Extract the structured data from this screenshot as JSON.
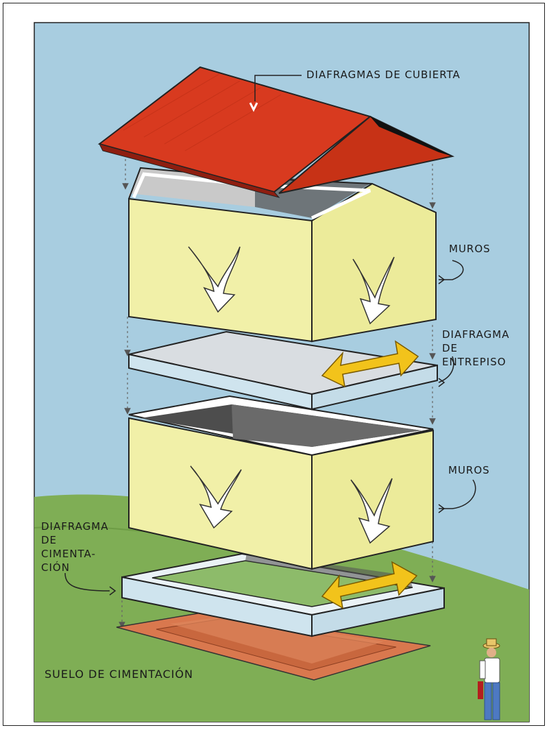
{
  "labels": {
    "roof": "DIAFRAGMAS DE CUBIERTA",
    "walls_upper": "MUROS",
    "floor": [
      "DIAFRAGMA",
      "DE",
      "ENTREPISO"
    ],
    "walls_lower": "MUROS",
    "foundation": [
      "DIAFRAGMA",
      "DE",
      "CIMENTA-",
      "CIÓN"
    ],
    "soil": "SUELO DE CIMENTACIÓN"
  },
  "colors": {
    "sky": "#a8cde0",
    "ground": "#7fae55",
    "roof": "#d83a1f",
    "roof_shadow": "#8e1e10",
    "wall_face": "#f1f0a8",
    "wall_side": "#eceb9a",
    "slab_top": "#d9dde1",
    "slab_edge": "#cfe4ee",
    "load_arrow": "#f2c31b",
    "soil": "#d9784e"
  },
  "icons": {
    "load_arrow": "curved-down-arrow-icon",
    "shear_arrow": "double-headed-arrow-icon",
    "pointer": "pointer-arrow-icon",
    "person": "worker-figure-icon"
  }
}
